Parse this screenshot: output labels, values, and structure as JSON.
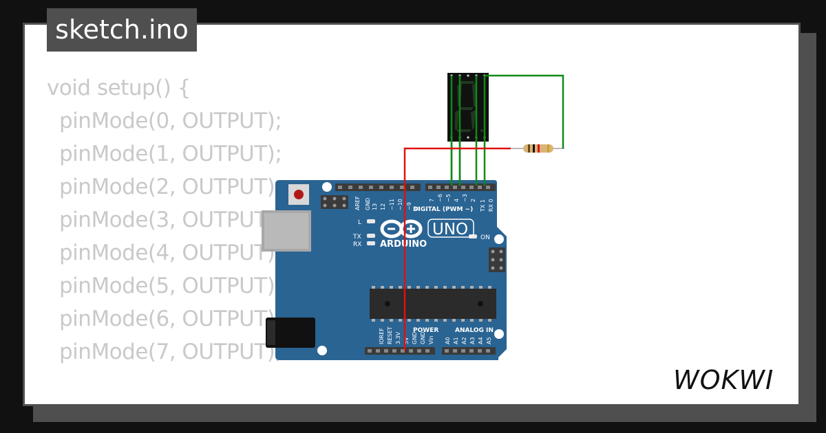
{
  "file": {
    "name": "sketch.ino"
  },
  "code": {
    "lines": [
      "void setup() {",
      "pinMode(0, OUTPUT);",
      "pinMode(1, OUTPUT);",
      "pinMode(2, OUTPUT);",
      "pinMode(3, OUTPUT);",
      "pinMode(4, OUTPUT);",
      "pinMode(5, OUTPUT);",
      "pinMode(6, OUTPUT);",
      "pinMode(7, OUTPUT);"
    ]
  },
  "board": {
    "brand": "ARDUINO",
    "model": "UNO",
    "on_label": "ON",
    "led_l": "L",
    "led_tx": "TX",
    "led_rx": "RX",
    "digital_label": "DIGITAL (PWM ~)",
    "power_label": "POWER",
    "analog_label": "ANALOG IN",
    "top_pins": [
      "AREF",
      "GND",
      "13",
      "12",
      "~11",
      "~10",
      "~9",
      "8"
    ],
    "digital_pins": [
      "7",
      "~6",
      "~5",
      "4",
      "~3",
      "2",
      "TX 1",
      "RX 0"
    ],
    "power_pins": [
      "IOREF",
      "RESET",
      "3.3V",
      "5V",
      "GND",
      "GND",
      "Vin"
    ],
    "analog_pins": [
      "A0",
      "A1",
      "A2",
      "A3",
      "A4",
      "A5"
    ]
  },
  "brand_logo": {
    "text": "WOKWI"
  },
  "colors": {
    "board": "#2a6493",
    "wire_green": "#0f8a16",
    "wire_red": "#e01010",
    "code_text": "#c9c9c9",
    "frame": "#4f4f4f"
  }
}
